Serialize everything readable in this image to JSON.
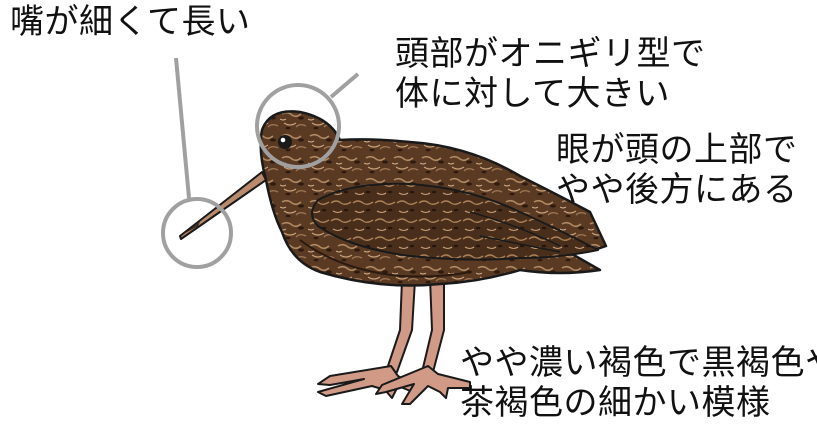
{
  "annotations": {
    "bill": [
      "嘴が細くて長い"
    ],
    "head": [
      "頭部がオニギリ型で",
      "体に対して大きい"
    ],
    "eye": [
      "眼が頭の上部で",
      "やや後方にある"
    ],
    "plumage": [
      "やや濃い褐色で黒褐色や",
      "茶褐色の細かい模様"
    ]
  },
  "colors": {
    "callout": "#a0a0a0",
    "body": "#5b3a24",
    "body_dark": "#3a2415",
    "mottle_light": "#b08a62",
    "bill": "#b98a6c",
    "legs": "#d19a86"
  }
}
